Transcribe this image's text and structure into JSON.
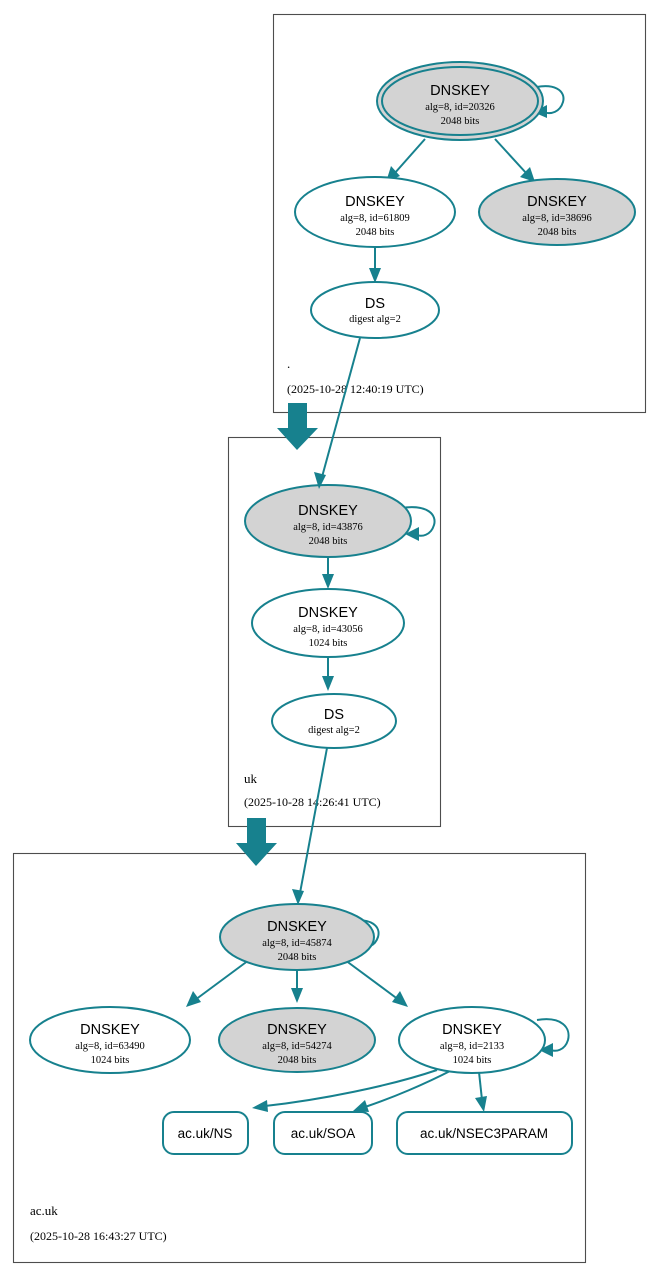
{
  "diagram": {
    "title": "DNSSEC authentication chain",
    "colors": {
      "edge": "#17818e",
      "node_stroke": "#17818e",
      "secure_key_fill": "#d3d3d3",
      "plain_key_fill": "#ffffff",
      "zone_border": "#4d4d4d",
      "background": "#ffffff",
      "text": "#000000"
    }
  },
  "zones": [
    {
      "id": "root",
      "name": ".",
      "timestamp": "(2025-10-28 12:40:19 UTC)",
      "nodes": [
        {
          "id": "root-ksk-20326",
          "type": "DNSKEY",
          "shape": "doubleellipse",
          "fill": "#d3d3d3",
          "trust_anchor": true,
          "self_signed": true,
          "line1": "DNSKEY",
          "line2": "alg=8, id=20326",
          "line3": "2048 bits",
          "alg": 8,
          "key_id": 20326,
          "bits": 2048
        },
        {
          "id": "root-zsk-61809",
          "type": "DNSKEY",
          "shape": "ellipse",
          "fill": "#ffffff",
          "trust_anchor": false,
          "self_signed": false,
          "line1": "DNSKEY",
          "line2": "alg=8, id=61809",
          "line3": "2048 bits",
          "alg": 8,
          "key_id": 61809,
          "bits": 2048
        },
        {
          "id": "root-zsk-38696",
          "type": "DNSKEY",
          "shape": "ellipse",
          "fill": "#d3d3d3",
          "trust_anchor": false,
          "self_signed": false,
          "line1": "DNSKEY",
          "line2": "alg=8, id=38696",
          "line3": "2048 bits",
          "alg": 8,
          "key_id": 38696,
          "bits": 2048
        },
        {
          "id": "root-ds",
          "type": "DS",
          "shape": "ellipse",
          "fill": "#ffffff",
          "line1": "DS",
          "line2": "digest alg=2",
          "digest_alg": 2
        }
      ]
    },
    {
      "id": "uk",
      "name": "uk",
      "timestamp": "(2025-10-28 14:26:41 UTC)",
      "nodes": [
        {
          "id": "uk-ksk-43876",
          "type": "DNSKEY",
          "shape": "ellipse",
          "fill": "#d3d3d3",
          "self_signed": true,
          "line1": "DNSKEY",
          "line2": "alg=8, id=43876",
          "line3": "2048 bits",
          "alg": 8,
          "key_id": 43876,
          "bits": 2048
        },
        {
          "id": "uk-zsk-43056",
          "type": "DNSKEY",
          "shape": "ellipse",
          "fill": "#ffffff",
          "self_signed": false,
          "line1": "DNSKEY",
          "line2": "alg=8, id=43056",
          "line3": "1024 bits",
          "alg": 8,
          "key_id": 43056,
          "bits": 1024
        },
        {
          "id": "uk-ds",
          "type": "DS",
          "shape": "ellipse",
          "fill": "#ffffff",
          "line1": "DS",
          "line2": "digest alg=2",
          "digest_alg": 2
        }
      ]
    },
    {
      "id": "ac-uk",
      "name": "ac.uk",
      "timestamp": "(2025-10-28 16:43:27 UTC)",
      "nodes": [
        {
          "id": "acuk-ksk-45874",
          "type": "DNSKEY",
          "shape": "ellipse",
          "fill": "#d3d3d3",
          "self_signed": true,
          "line1": "DNSKEY",
          "line2": "alg=8, id=45874",
          "line3": "2048 bits",
          "alg": 8,
          "key_id": 45874,
          "bits": 2048
        },
        {
          "id": "acuk-key-63490",
          "type": "DNSKEY",
          "shape": "ellipse",
          "fill": "#ffffff",
          "self_signed": false,
          "line1": "DNSKEY",
          "line2": "alg=8, id=63490",
          "line3": "1024 bits",
          "alg": 8,
          "key_id": 63490,
          "bits": 1024
        },
        {
          "id": "acuk-key-54274",
          "type": "DNSKEY",
          "shape": "ellipse",
          "fill": "#d3d3d3",
          "self_signed": false,
          "line1": "DNSKEY",
          "line2": "alg=8, id=54274",
          "line3": "2048 bits",
          "alg": 8,
          "key_id": 54274,
          "bits": 2048
        },
        {
          "id": "acuk-key-2133",
          "type": "DNSKEY",
          "shape": "ellipse",
          "fill": "#ffffff",
          "self_signed": true,
          "line1": "DNSKEY",
          "line2": "alg=8, id=2133",
          "line3": "1024 bits",
          "alg": 8,
          "key_id": 2133,
          "bits": 1024
        },
        {
          "id": "acuk-rrset-ns",
          "type": "RRset",
          "shape": "roundrect",
          "fill": "#ffffff",
          "label": "ac.uk/NS"
        },
        {
          "id": "acuk-rrset-soa",
          "type": "RRset",
          "shape": "roundrect",
          "fill": "#ffffff",
          "label": "ac.uk/SOA"
        },
        {
          "id": "acuk-rrset-nsec3param",
          "type": "RRset",
          "shape": "roundrect",
          "fill": "#ffffff",
          "label": "ac.uk/NSEC3PARAM"
        }
      ]
    }
  ]
}
